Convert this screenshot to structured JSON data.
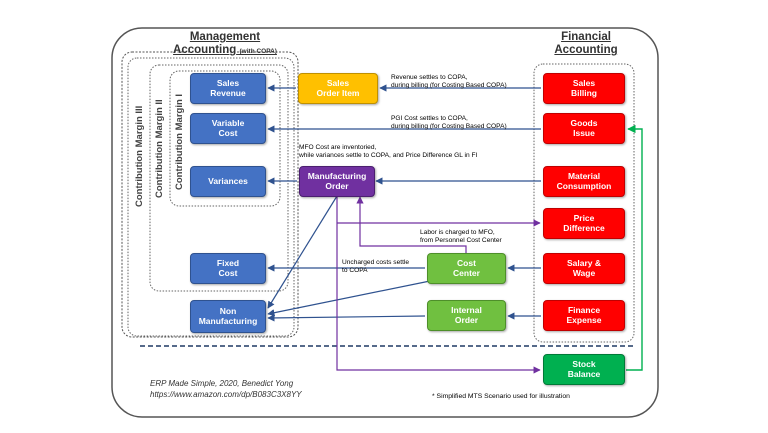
{
  "headings": {
    "management_line1": "Management",
    "management_line2": "Accounting",
    "management_tag": "(with COPA)",
    "financial_line1": "Financial",
    "financial_line2": "Accounting"
  },
  "margins": {
    "cm3": "Contribution Margin III",
    "cm2": "Contribution Margin II",
    "cm1": "Contribution Margin I"
  },
  "copa_boxes": {
    "sales_revenue": "Sales\nRevenue",
    "variable_cost": "Variable\nCost",
    "variances": "Variances",
    "fixed_cost": "Fixed\nCost",
    "non_manufacturing": "Non\nManufacturing"
  },
  "co_boxes": {
    "sales_order_item": "Sales\nOrder Item",
    "manufacturing_order": "Manufacturing\nOrder",
    "cost_center": "Cost\nCenter",
    "internal_order": "Internal\nOrder"
  },
  "fi_boxes": {
    "sales_billing": "Sales\nBilling",
    "goods_issue": "Goods\nIssue",
    "material_consumption": "Material\nConsumption",
    "price_difference": "Price\nDifference",
    "salary_wage": "Salary &\nWage",
    "finance_expense": "Finance\nExpense",
    "stock_balance": "Stock\nBalance"
  },
  "notes": {
    "revenue": "Revenue settles to COPA,\nduring billing (for Costing Based COPA)",
    "pgi": "PGI Cost settles to COPA,\nduring billing (for Costing Based COPA)",
    "mfo": "MFO Cost are inventoried,\nwhile variances settle to COPA, and Price Difference GL in FI",
    "labor": "Labor is charged to MFO,\nfrom Personnel Cost Center",
    "uncharged": "Uncharged costs settle\nto COPA"
  },
  "footer": {
    "line1": "ERP Made Simple, 2020, Benedict Yong",
    "line2": "https://www.amazon.com/dp/B083C3X8YY",
    "disclaimer": "* Simplified MTS Scenario used for illustration"
  },
  "colors": {
    "copa_blue": "#4472c4",
    "sales_order_orange": "#ffc000",
    "fi_red": "#ff0000",
    "mfo_purple": "#7030a0",
    "co_green": "#70c040",
    "stock_green": "#00b050",
    "arrow_blue": "#2f528f"
  }
}
